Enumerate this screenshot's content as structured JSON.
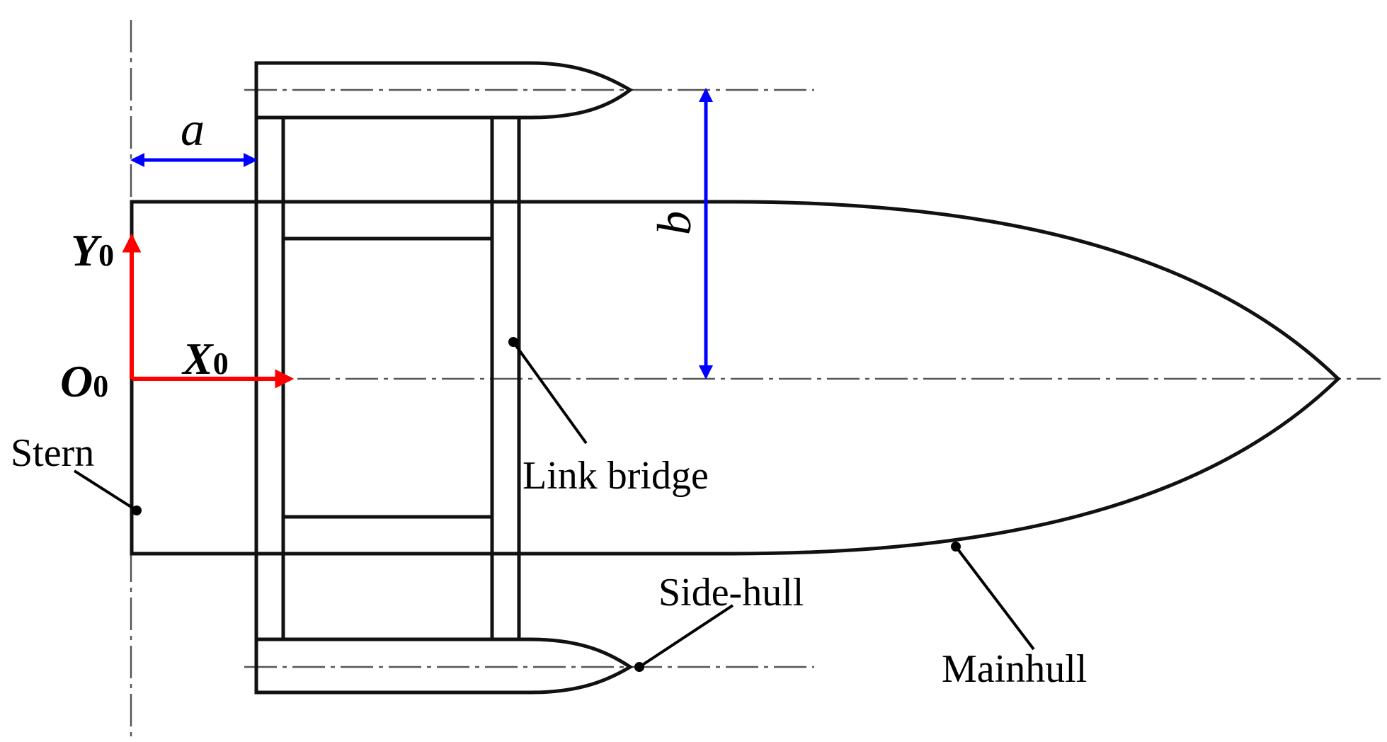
{
  "labels": {
    "stern": "Stern",
    "link_bridge": "Link bridge",
    "side_hull": "Side-hull",
    "mainhull": "Mainhull"
  },
  "axes": {
    "origin": "O",
    "origin_sub": "0",
    "x": "X",
    "x_sub": "0",
    "y": "Y",
    "y_sub": "0"
  },
  "dimensions": {
    "a": "a",
    "b": "b"
  },
  "colors": {
    "outline": "#111111",
    "dimension_arrows": "#0000ff",
    "axis_arrows": "#ff0000",
    "centerlines": "#555555"
  }
}
